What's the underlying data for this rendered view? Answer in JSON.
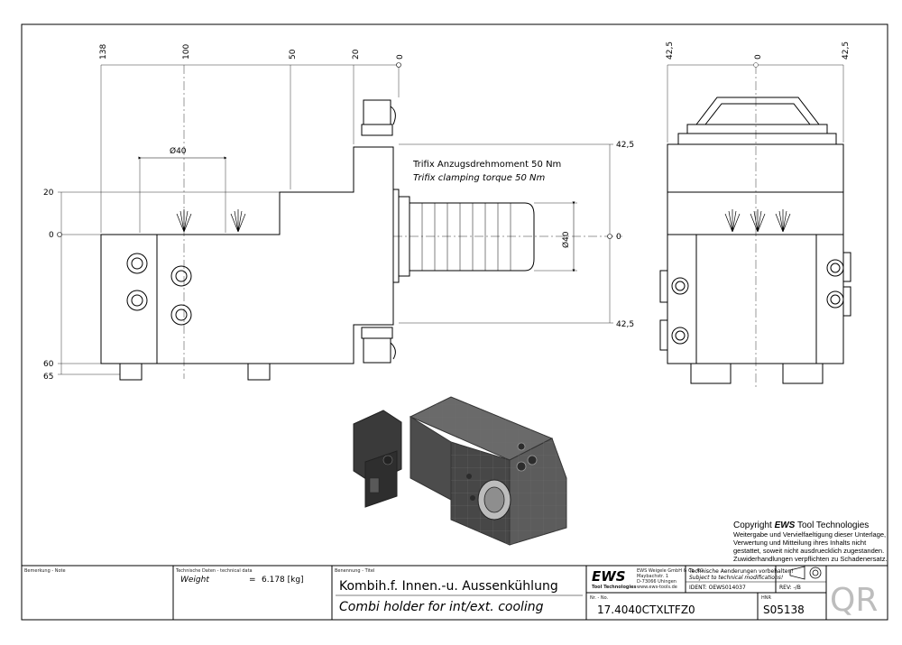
{
  "dimensions": {
    "front_top": [
      "138",
      "100",
      "50",
      "20",
      "0"
    ],
    "front_left": [
      "20",
      "0",
      "60",
      "65"
    ],
    "diameter_upper": "Ø40",
    "right_side": [
      "42,5",
      "0",
      "42,5"
    ],
    "diameter_spindle": "Ø40",
    "side_top": [
      "42,5",
      "0",
      "42,5"
    ]
  },
  "torque_note": {
    "de": "Trifix Anzugsdrehmoment  50 Nm",
    "en": "Trifix clamping torque  50 Nm"
  },
  "copyright": {
    "heading_prefix": "Copyright ",
    "heading_brand": "EWS",
    "heading_suffix": " Tool Technologies",
    "lines": [
      "Weitergabe und Vervielfaeltigung dieser Unterlage,",
      "Verwertung und Mitteilung ihres Inhalts nicht",
      "gestattet, soweit nicht ausdruecklich zugestanden.",
      "Zuwiderhandlungen verpflichten zu Schadenersatz."
    ]
  },
  "title_block": {
    "remark_label": "Bemerkung - Note",
    "tech_label": "Technische Daten - technical data",
    "weight_label": "Weight",
    "weight_eq": "=",
    "weight_value": "6.178 [kg]",
    "title_label": "Benennung - Titel",
    "title_de": "Kombih.f. Innen.-u. Aussenkühlung",
    "title_en": "Combi holder for int/ext. cooling",
    "logo_text": "EWS",
    "logo_sub": "Tool Technologies",
    "company_lines": [
      "EWS Weigele GmbH & Co. KG",
      "Maybachstr. 1",
      "D-73066 Uhingen",
      "www.ews-tools.de"
    ],
    "change_note_de": "Technische Aenderungen vorbehalten!",
    "change_note_en": "Subject to technical modifications!",
    "ident": "IDENT:  OEWS014037",
    "rev": "REV:  -/B",
    "nr_label": "Nr. - No.",
    "part_number": "17.4040CTXLTFZ0",
    "hnr_label": "HNR",
    "hnr": "S05138",
    "qr": "QR"
  }
}
